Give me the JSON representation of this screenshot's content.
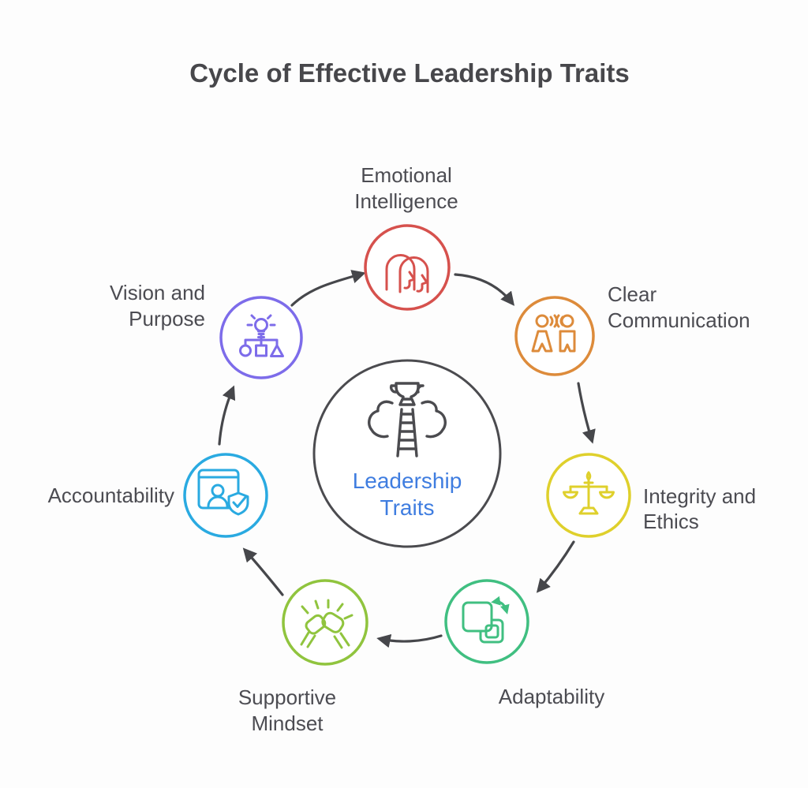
{
  "title": "Cycle of Effective Leadership Traits",
  "title_color": "#47474b",
  "background_color": "#fdfdfd",
  "label_color": "#4c4c52",
  "arrow_color": "#46474b",
  "center": {
    "label_lines": [
      "Leadership",
      "Traits"
    ],
    "text_color": "#3f7de0",
    "ring_color": "#4b4b4f",
    "icon": "trophy-ladder-cloud-icon"
  },
  "nodes": [
    {
      "id": "emotional-intelligence",
      "label_lines": [
        "Emotional",
        "Intelligence"
      ],
      "color": "#d6514d",
      "icon": "two-faces-icon"
    },
    {
      "id": "clear-communication",
      "label_lines": [
        "Clear",
        "Communication"
      ],
      "color": "#dd8b3b",
      "icon": "people-talking-icon"
    },
    {
      "id": "integrity-and-ethics",
      "label_lines": [
        "Integrity and",
        "Ethics"
      ],
      "color": "#dfd02c",
      "icon": "balance-scale-icon"
    },
    {
      "id": "adaptability",
      "label_lines": [
        "Adaptability"
      ],
      "color": "#40bf81",
      "icon": "sync-squares-icon"
    },
    {
      "id": "supportive-mindset",
      "label_lines": [
        "Supportive",
        "Mindset"
      ],
      "color": "#90c43e",
      "icon": "fist-bump-icon"
    },
    {
      "id": "accountability",
      "label_lines": [
        "Accountability"
      ],
      "color": "#2aaae1",
      "icon": "profile-shield-icon"
    },
    {
      "id": "vision-and-purpose",
      "label_lines": [
        "Vision and",
        "Purpose"
      ],
      "color": "#7d6cea",
      "icon": "idea-flowchart-icon"
    }
  ]
}
